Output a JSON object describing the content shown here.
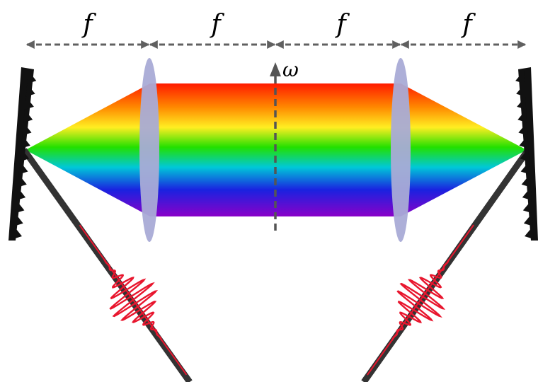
{
  "diagram": {
    "spacing_labels": [
      "f",
      "f",
      "f",
      "f"
    ],
    "frequency_axis_label": "ω",
    "colors": {
      "dimension_arrow": "#606060",
      "lens": "#a9abd6",
      "beam_line": "#333333",
      "pulse": "#e8162e",
      "grating": "#111111",
      "spectrum": [
        "#ff1a00",
        "#ff8a00",
        "#ffee22",
        "#22e000",
        "#00c8d8",
        "#1a22e0",
        "#8a00c8"
      ]
    },
    "components": [
      "diffraction-grating",
      "lens",
      "lens",
      "diffraction-grating"
    ]
  }
}
